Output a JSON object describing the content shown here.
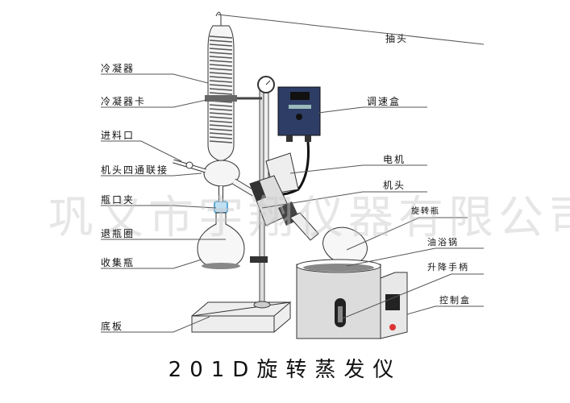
{
  "title": "201D旋转蒸发仪",
  "watermark": "巩义市宇翔仪器有限公司",
  "labels": {
    "left": [
      "冷凝器",
      "冷凝器卡",
      "进料口",
      "机头四通联接",
      "瓶口夹",
      "退瓶圈",
      "收集瓶",
      "底板"
    ],
    "right": [
      "抽头",
      "调速盒",
      "电机",
      "机头",
      "旋转瓶",
      "油浴锅",
      "升降手柄",
      "控制盒"
    ]
  },
  "colors": {
    "speed_box": "#2e3d66",
    "clamp": "#5aa9d6",
    "bath": "#dcdcdc",
    "line": "#555555"
  }
}
